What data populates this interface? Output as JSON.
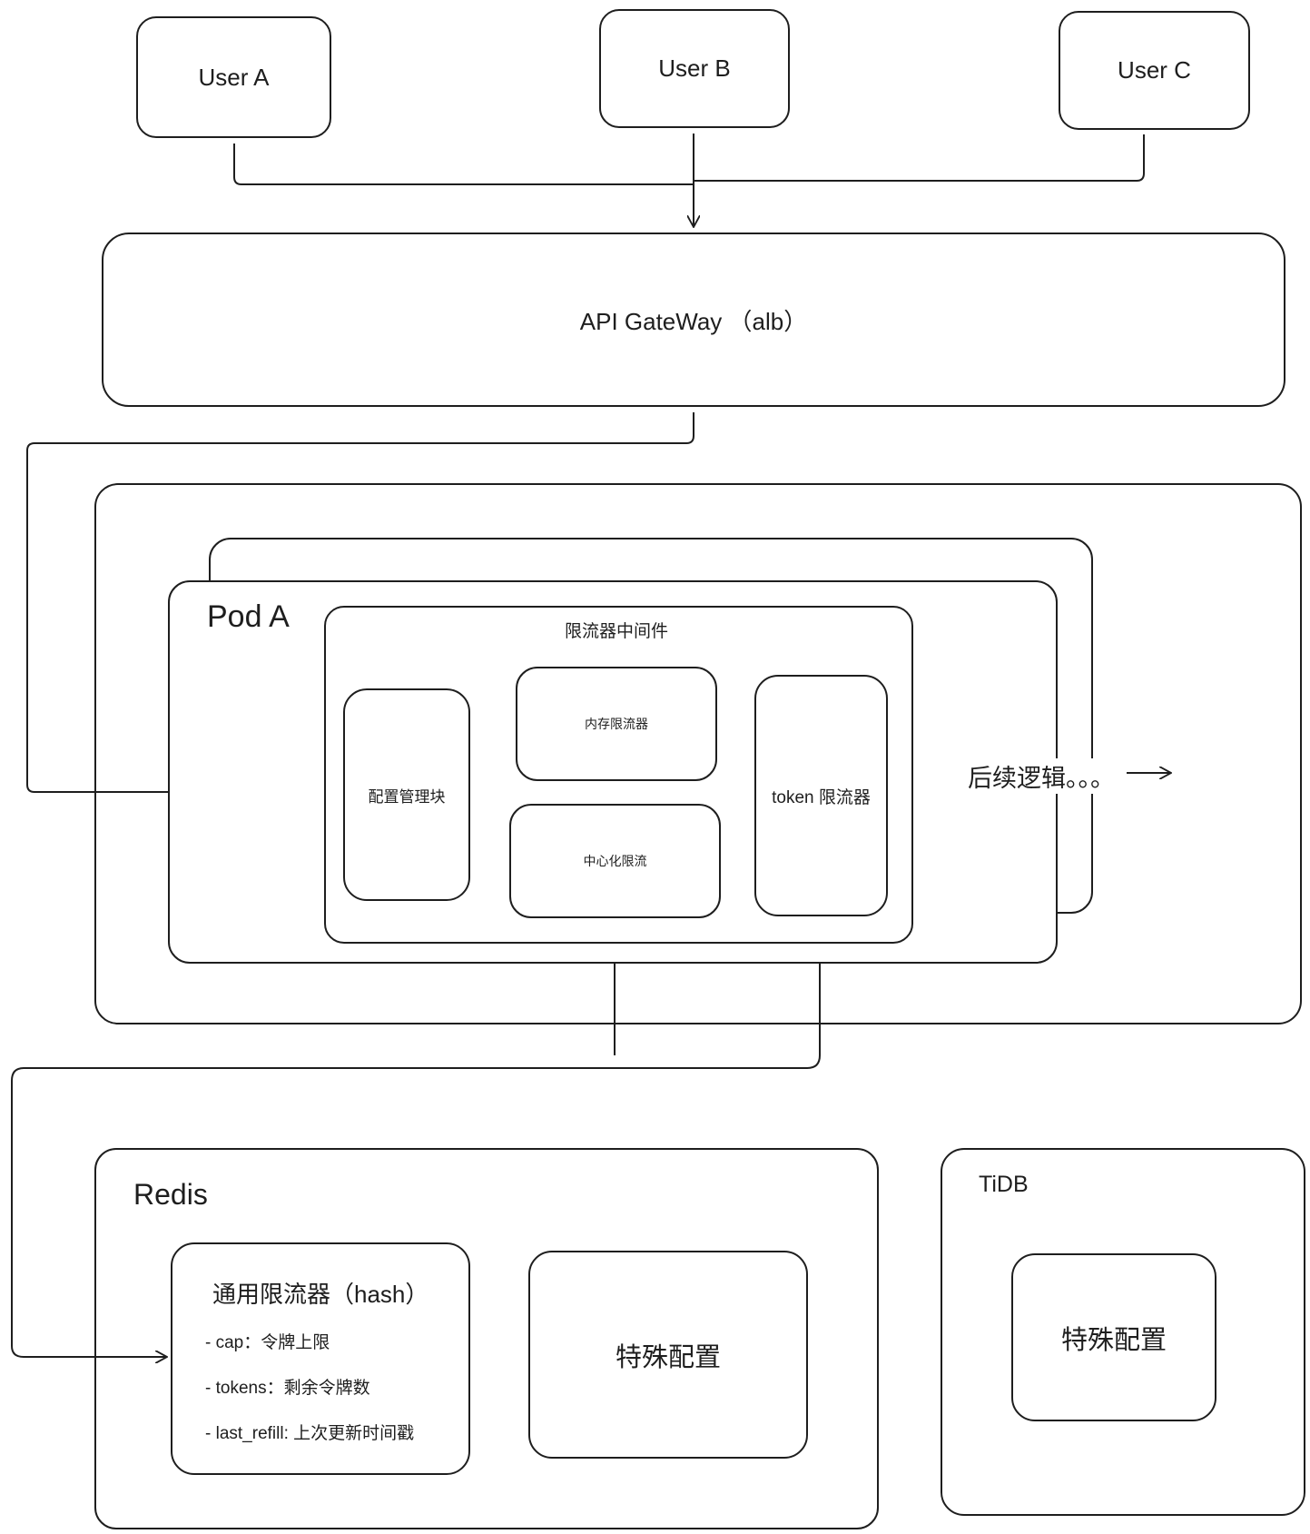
{
  "users": [
    "User A",
    "User B",
    "User C"
  ],
  "gateway": {
    "label": "API GateWay （alb）"
  },
  "pod": {
    "title": "Pod A",
    "middleware": {
      "title": "限流器中间件",
      "config_manager": "配置管理块",
      "memory_limiter": "内存限流器",
      "central_limiter": "中心化限流",
      "token_limiter": "token 限流器"
    },
    "followup": "后续逻辑。。。"
  },
  "redis": {
    "title": "Redis",
    "generic_limiter": {
      "title": "通用限流器（hash）",
      "fields": [
        "- cap：令牌上限",
        "- tokens：剩余令牌数",
        "- last_refill: 上次更新时间戳"
      ]
    },
    "special_config": "特殊配置"
  },
  "tidb": {
    "title": "TiDB",
    "special_config": "特殊配置"
  }
}
